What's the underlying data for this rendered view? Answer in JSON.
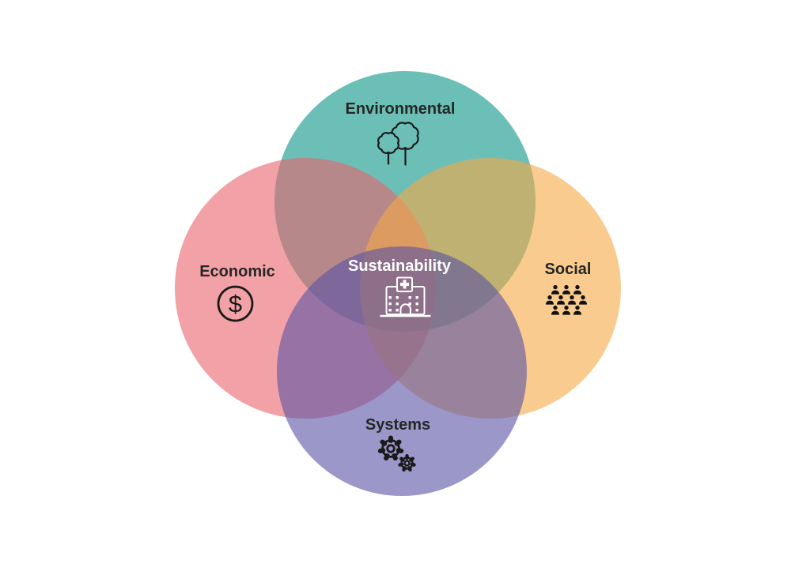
{
  "diagram": {
    "type": "venn-four-circle",
    "background": "#FFFFFF",
    "label_color": "#262626",
    "center": {
      "label": "Sustainability",
      "icon": "hospital-building-icon",
      "text_color": "#FFFFFF",
      "region_color": "#8D6F89"
    },
    "circles": [
      {
        "label": "Environmental",
        "position": "top",
        "icon": "trees-icon",
        "fill_observed": "#6CBFB6",
        "base": "#0A9485"
      },
      {
        "label": "Economic",
        "position": "left",
        "icon": "dollar-coin-icon",
        "fill_observed": "#F2A2A6",
        "base": "#E9646B"
      },
      {
        "label": "Social",
        "position": "right",
        "icon": "people-crowd-icon",
        "fill_observed": "#F9CB8F",
        "base": "#F5A844"
      },
      {
        "label": "Systems",
        "position": "bottom",
        "icon": "gears-icon",
        "fill_observed": "#9B97C9",
        "base": "#5852A5"
      }
    ],
    "icon_glyphs": {
      "dollar": "$"
    },
    "icon_color": "#1A1A1A"
  }
}
